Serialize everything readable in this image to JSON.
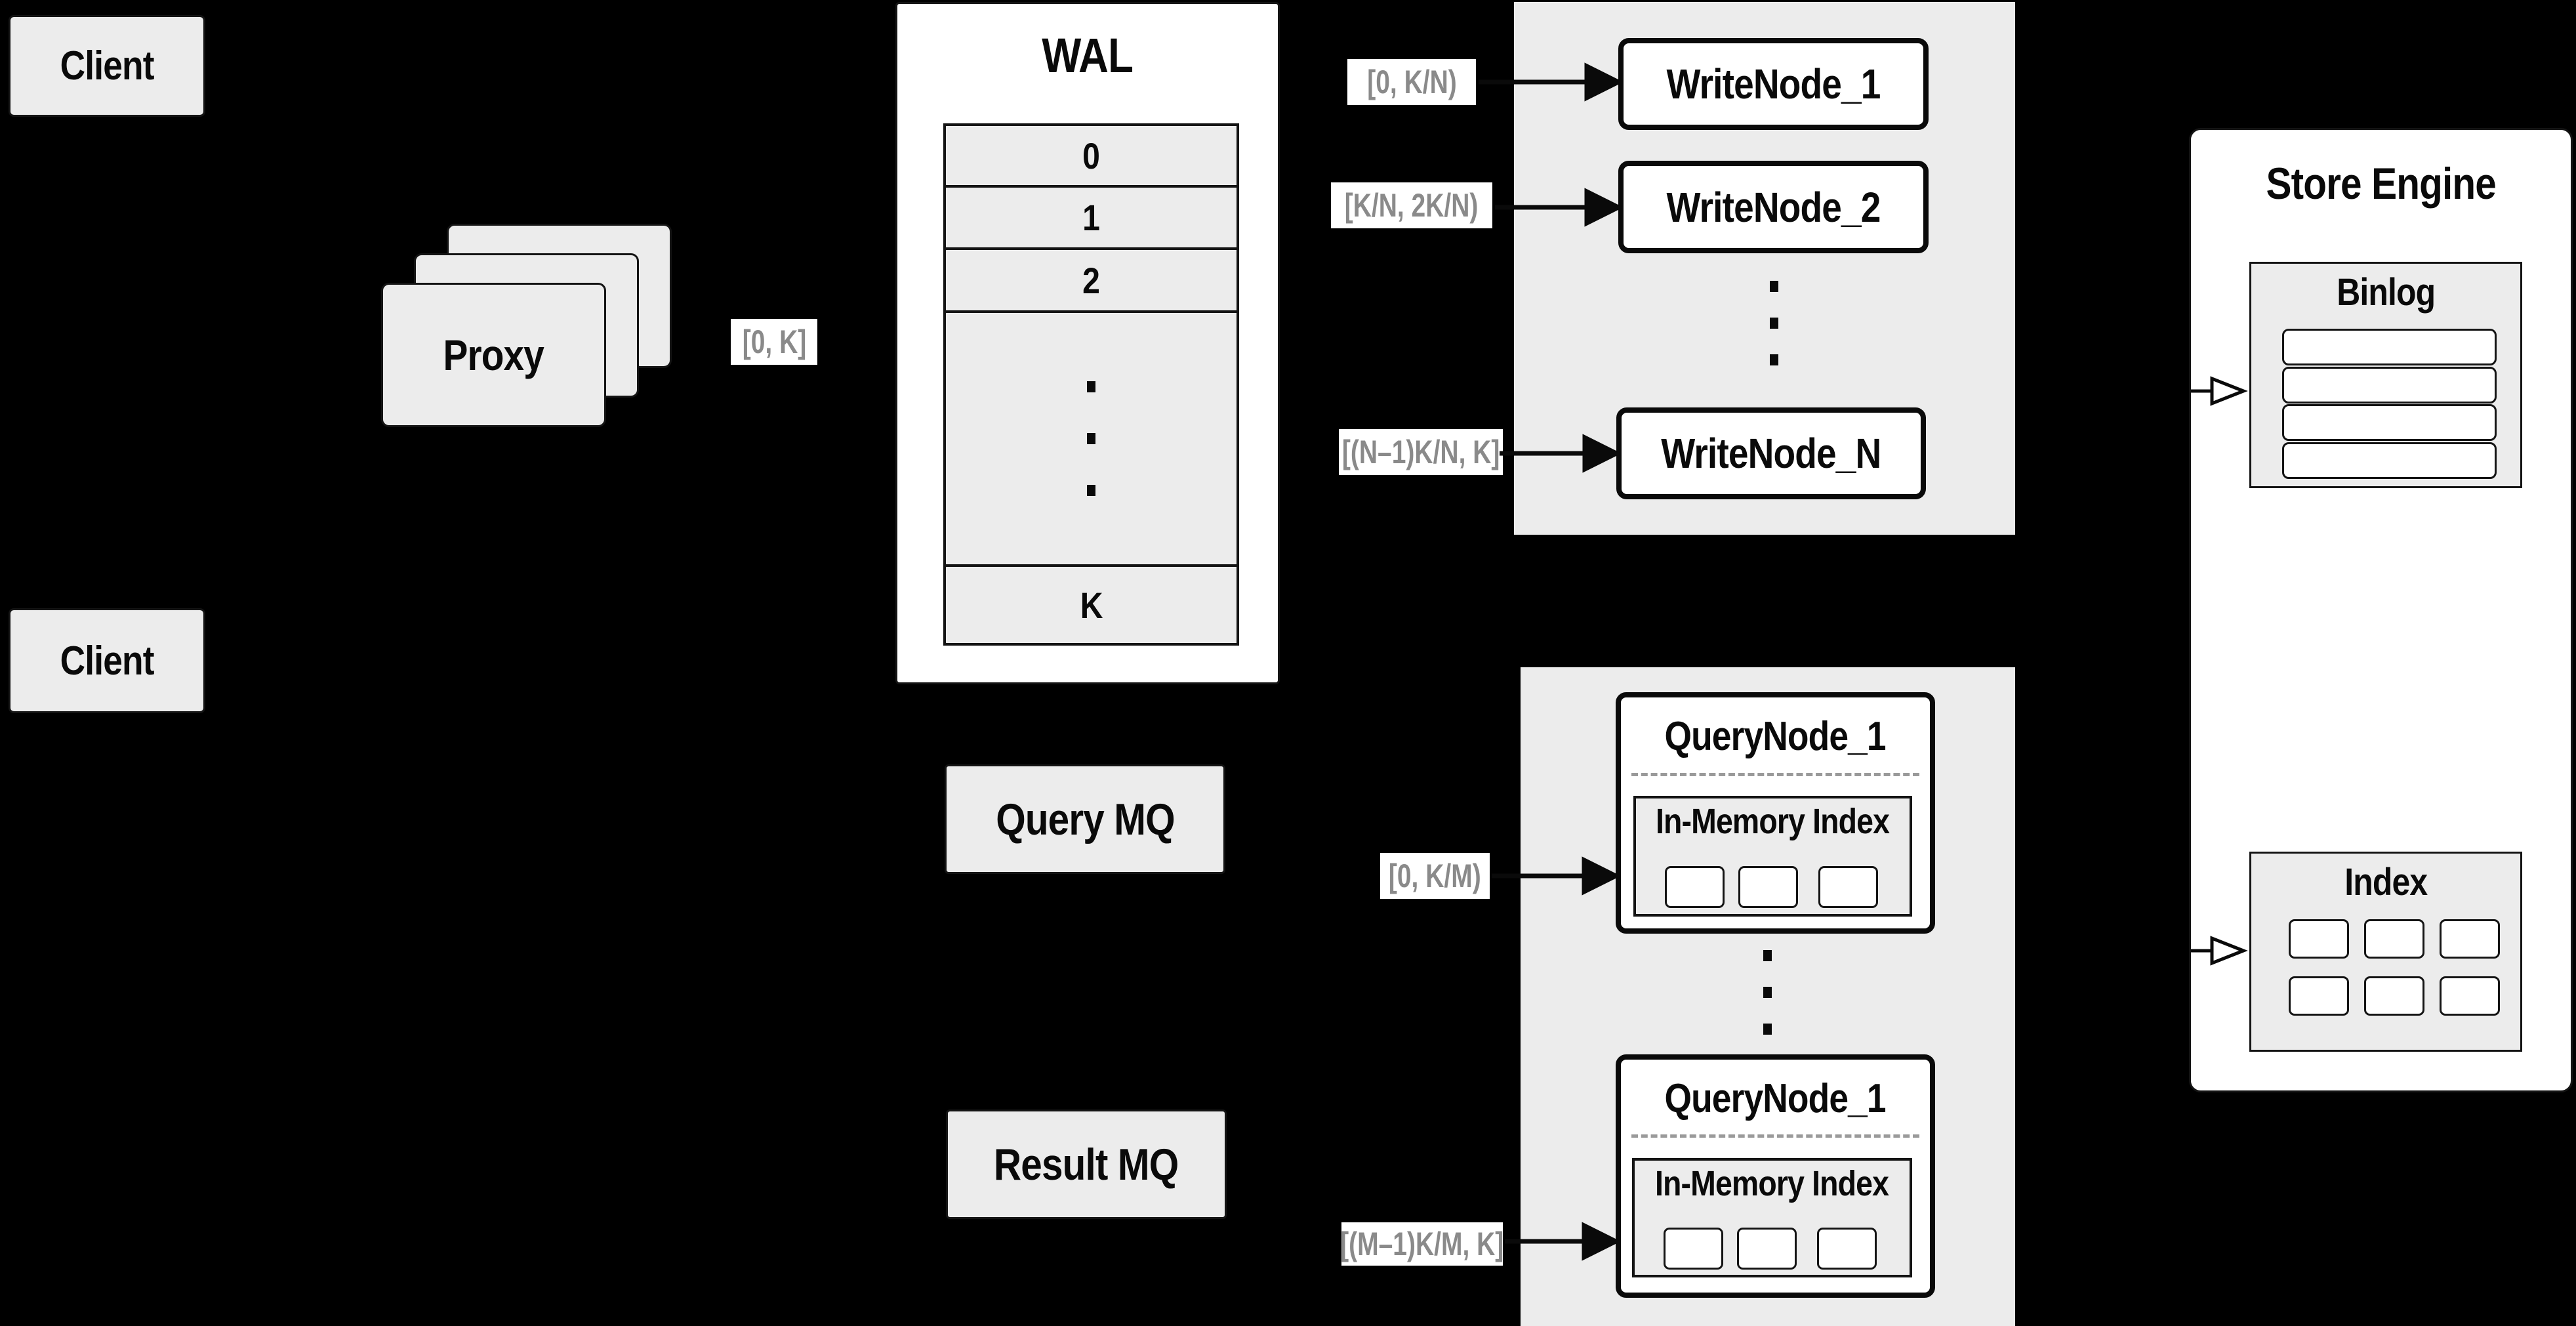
{
  "colors": {
    "background": "#000000",
    "box_fill_gray": "#ececec",
    "panel_white": "#ffffff",
    "line_black": "#0a0a0a",
    "range_label_text": "#8a8a8a",
    "dashed_separator": "#9a9a9a"
  },
  "clients": {
    "top_label": "Client",
    "bottom_label": "Client"
  },
  "proxy": {
    "label": "Proxy"
  },
  "wal": {
    "title": "WAL",
    "rows": [
      "0",
      "1",
      "2",
      "K"
    ]
  },
  "range_labels": {
    "proxy_out": "[0, K]",
    "to_write_node_1": "[0, K/N)",
    "to_write_node_2": "[K/N, 2K/N)",
    "to_write_node_n": "[(N–1)K/N, K]",
    "to_query_node_top": "[0, K/M)",
    "to_query_node_bottom": "[(M–1)K/M, K]"
  },
  "write_nodes": {
    "node1": "WriteNode_1",
    "node2": "WriteNode_2",
    "nodeN": "WriteNode_N"
  },
  "store_engine": {
    "title": "Store Engine",
    "binlog_title": "Binlog",
    "index_title": "Index"
  },
  "mq": {
    "query_label": "Query MQ",
    "result_label": "Result MQ"
  },
  "query_nodes": {
    "top_title": "QueryNode_1",
    "bottom_title": "QueryNode_1",
    "inmem_title_top": "In-Memory Index",
    "inmem_title_bottom": "In-Memory Index"
  }
}
